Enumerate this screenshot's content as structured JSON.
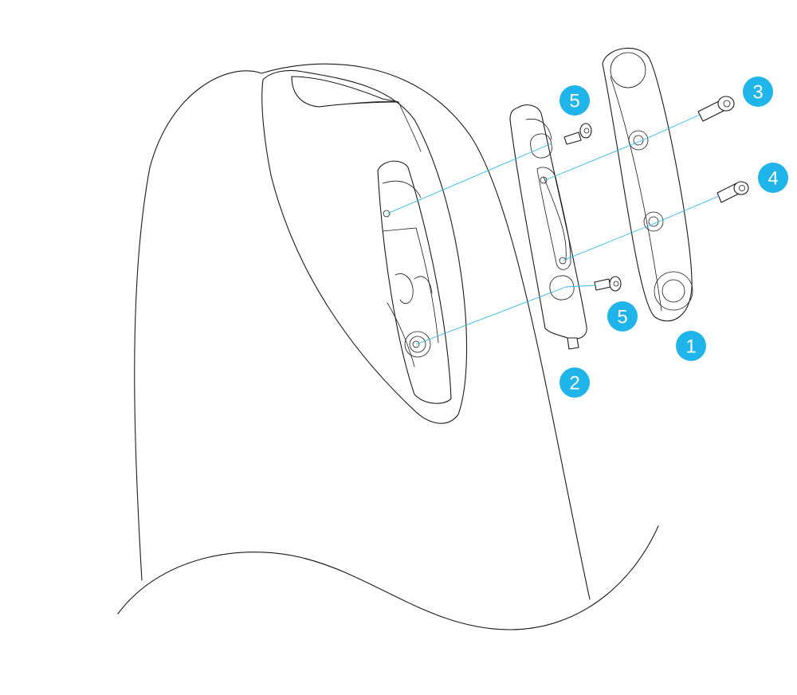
{
  "colors": {
    "callout": "#1fb5ea",
    "leader": "#2bbbe9",
    "outline": "#1b1b1b"
  },
  "callouts": {
    "c1": "1",
    "c2": "2",
    "c3": "3",
    "c4": "4",
    "c5a": "5",
    "c5b": "5"
  }
}
